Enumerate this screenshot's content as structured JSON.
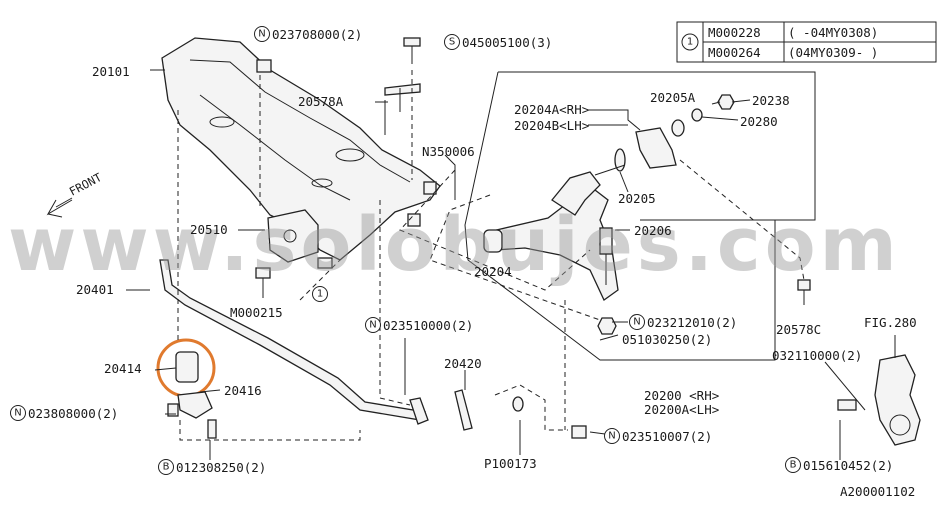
{
  "table": {
    "symbol": "1",
    "rows": [
      {
        "code": "M000228",
        "range": "(  -04MY0308)"
      },
      {
        "code": "M000264",
        "range": "(04MY0309-  )"
      }
    ]
  },
  "labels": {
    "p20101": "20101",
    "n023708000": "023708000(2)",
    "s045005100": "045005100(3)",
    "p20578A": "20578A",
    "n350006": "N350006",
    "front": "FRONT",
    "p20510": "20510",
    "m000215": "M000215",
    "p20401": "20401",
    "p20414": "20414",
    "p20416": "20416",
    "n023808000": "023808000(2)",
    "b012308250": "012308250(2)",
    "p20204A": "20204A<RH>",
    "p20204B": "20204B<LH>",
    "p20205A": "20205A",
    "p20238": "20238",
    "p20280": "20280",
    "p20205": "20205",
    "p20206": "20206",
    "p20204": "20204",
    "n023212010": "023212010(2)",
    "p051030250": "051030250(2)",
    "n023510000": "023510000(2)",
    "p20420": "20420",
    "p100173": "P100173",
    "p20200": "20200 <RH>",
    "p20200A": "20200A<LH>",
    "n023510007": "023510007(2)",
    "p20578C": "20578C",
    "fig280": "FIG.280",
    "p032110000": "032110000(2)",
    "b015610452": "015610452(2)",
    "ref": "A200001102"
  },
  "symbols": {
    "n": "N",
    "s": "S",
    "b": "B",
    "one": "1"
  },
  "watermark": "www.solobujes.com",
  "colors": {
    "highlight": "#e07a2e",
    "ink": "#222222"
  }
}
